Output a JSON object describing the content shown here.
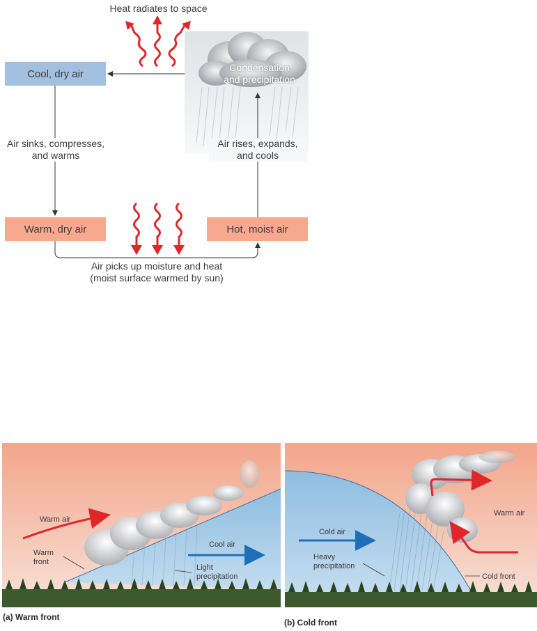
{
  "cycle": {
    "heat_radiates": "Heat radiates to space",
    "cool_dry_air": "Cool, dry air",
    "condensation": "Condensation\nand precipitation",
    "air_sinks": "Air sinks, compresses,\nand warms",
    "air_rises": "Air rises, expands,\nand cools",
    "warm_dry_air": "Warm, dry air",
    "hot_moist_air": "Hot, moist air",
    "air_picks_up": "Air picks up moisture and heat\n(moist surface warmed by sun)"
  },
  "warm_front": {
    "warm_air": "Warm air",
    "cool_air": "Cool air",
    "front": "Warm\nfront",
    "precip": "Light\nprecipitation",
    "caption": "(a) Warm front"
  },
  "cold_front": {
    "cold_air": "Cold air",
    "warm_air": "Warm air",
    "precip": "Heavy\nprecipitation",
    "front": "Cold front",
    "caption": "(b) Cold front"
  },
  "colors": {
    "cool_box": "#a3bfe0",
    "warm_box": "#f6a98f",
    "red_arrow": "#e0262b",
    "blue_arrow": "#1f6fb8",
    "sky_top": "#f3a58a",
    "sky_bottom": "#f6dcd0",
    "cold_air_mass": "#a6cbe6"
  }
}
